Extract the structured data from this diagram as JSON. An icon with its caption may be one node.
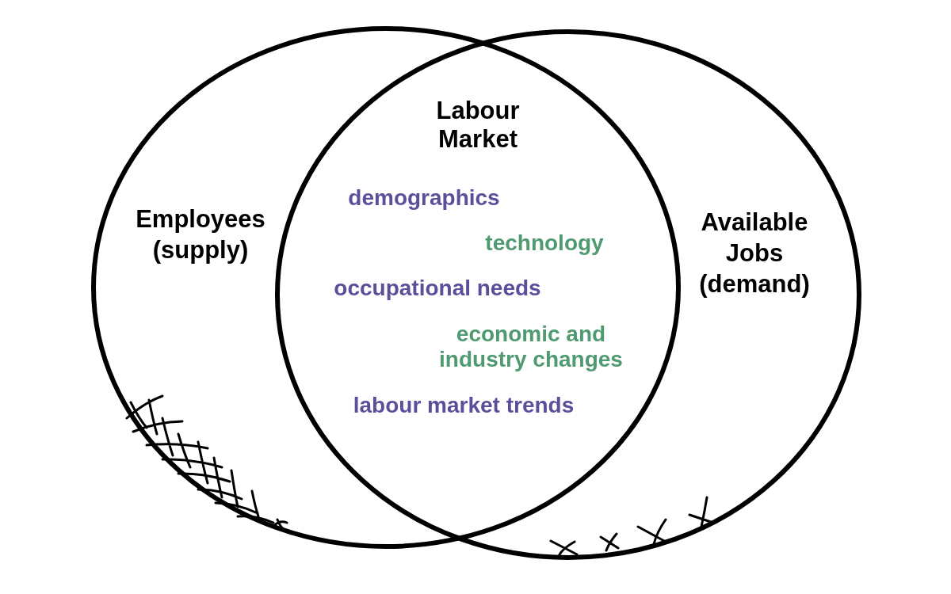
{
  "diagram": {
    "nodes": [
      {
        "text": [
          "Employees (supply)"
        ]
      },
      {
        "text": [
          "Available Jobs (demand)"
        ]
      }
    ],
    "edges": [],
    "labels": [
      "Labour Market",
      "demographics",
      "technology",
      "occupational needs",
      "economic and industry changes",
      "labour market trends"
    ]
  }
}
